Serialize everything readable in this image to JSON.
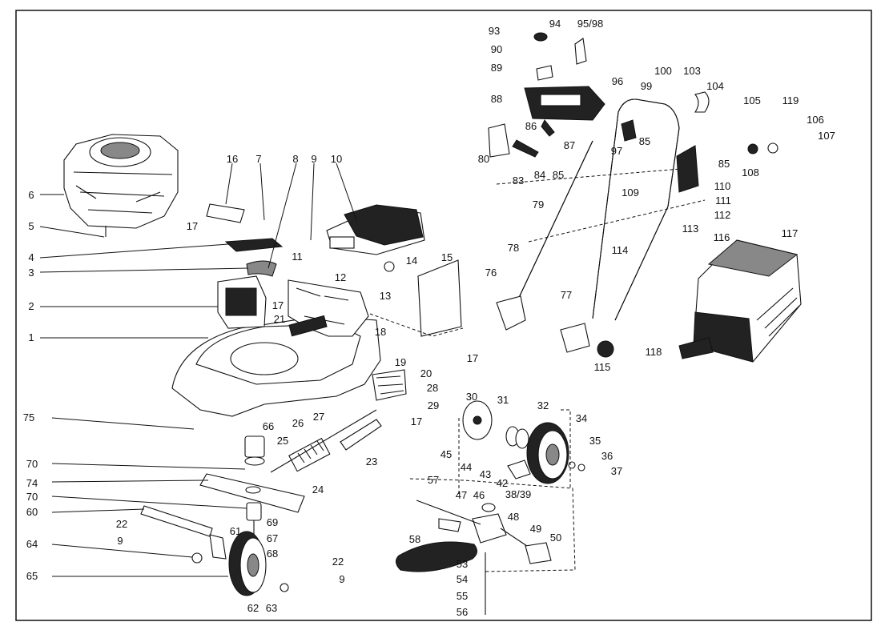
{
  "callouts": [
    {
      "text": "93"
    },
    {
      "text": "94"
    },
    {
      "text": "95/98"
    },
    {
      "text": "90"
    },
    {
      "text": "89"
    },
    {
      "text": "88"
    },
    {
      "text": "86"
    },
    {
      "text": "80"
    },
    {
      "text": "83"
    },
    {
      "text": "84"
    },
    {
      "text": "85"
    },
    {
      "text": "87"
    },
    {
      "text": "96"
    },
    {
      "text": "97"
    },
    {
      "text": "85"
    },
    {
      "text": "100"
    },
    {
      "text": "99"
    },
    {
      "text": "103"
    },
    {
      "text": "104"
    },
    {
      "text": "105"
    },
    {
      "text": "119"
    },
    {
      "text": "106"
    },
    {
      "text": "107"
    },
    {
      "text": "108"
    },
    {
      "text": "85"
    },
    {
      "text": "109"
    },
    {
      "text": "110"
    },
    {
      "text": "111"
    },
    {
      "text": "112"
    },
    {
      "text": "113"
    },
    {
      "text": "79"
    },
    {
      "text": "78"
    },
    {
      "text": "114"
    },
    {
      "text": "116"
    },
    {
      "text": "117"
    },
    {
      "text": "76"
    },
    {
      "text": "77"
    },
    {
      "text": "115"
    },
    {
      "text": "118"
    },
    {
      "text": "6"
    },
    {
      "text": "5"
    },
    {
      "text": "16"
    },
    {
      "text": "7"
    },
    {
      "text": "8"
    },
    {
      "text": "9"
    },
    {
      "text": "10"
    },
    {
      "text": "17"
    },
    {
      "text": "4"
    },
    {
      "text": "3"
    },
    {
      "text": "11"
    },
    {
      "text": "12"
    },
    {
      "text": "14"
    },
    {
      "text": "15"
    },
    {
      "text": "13"
    },
    {
      "text": "2"
    },
    {
      "text": "17"
    },
    {
      "text": "21"
    },
    {
      "text": "1"
    },
    {
      "text": "18"
    },
    {
      "text": "17"
    },
    {
      "text": "19"
    },
    {
      "text": "20"
    },
    {
      "text": "28"
    },
    {
      "text": "29"
    },
    {
      "text": "17"
    },
    {
      "text": "75"
    },
    {
      "text": "66"
    },
    {
      "text": "26"
    },
    {
      "text": "27"
    },
    {
      "text": "25"
    },
    {
      "text": "23"
    },
    {
      "text": "30"
    },
    {
      "text": "31"
    },
    {
      "text": "32"
    },
    {
      "text": "34"
    },
    {
      "text": "45"
    },
    {
      "text": "44"
    },
    {
      "text": "43"
    },
    {
      "text": "42"
    },
    {
      "text": "35"
    },
    {
      "text": "36"
    },
    {
      "text": "37"
    },
    {
      "text": "38/39"
    },
    {
      "text": "70"
    },
    {
      "text": "74"
    },
    {
      "text": "24"
    },
    {
      "text": "70"
    },
    {
      "text": "60"
    },
    {
      "text": "69"
    },
    {
      "text": "22"
    },
    {
      "text": "67"
    },
    {
      "text": "9"
    },
    {
      "text": "61"
    },
    {
      "text": "68"
    },
    {
      "text": "64"
    },
    {
      "text": "57"
    },
    {
      "text": "47"
    },
    {
      "text": "46"
    },
    {
      "text": "48"
    },
    {
      "text": "58"
    },
    {
      "text": "49"
    },
    {
      "text": "50"
    },
    {
      "text": "65"
    },
    {
      "text": "22"
    },
    {
      "text": "9"
    },
    {
      "text": "53"
    },
    {
      "text": "54"
    },
    {
      "text": "55"
    },
    {
      "text": "56"
    },
    {
      "text": "62"
    },
    {
      "text": "63"
    }
  ]
}
